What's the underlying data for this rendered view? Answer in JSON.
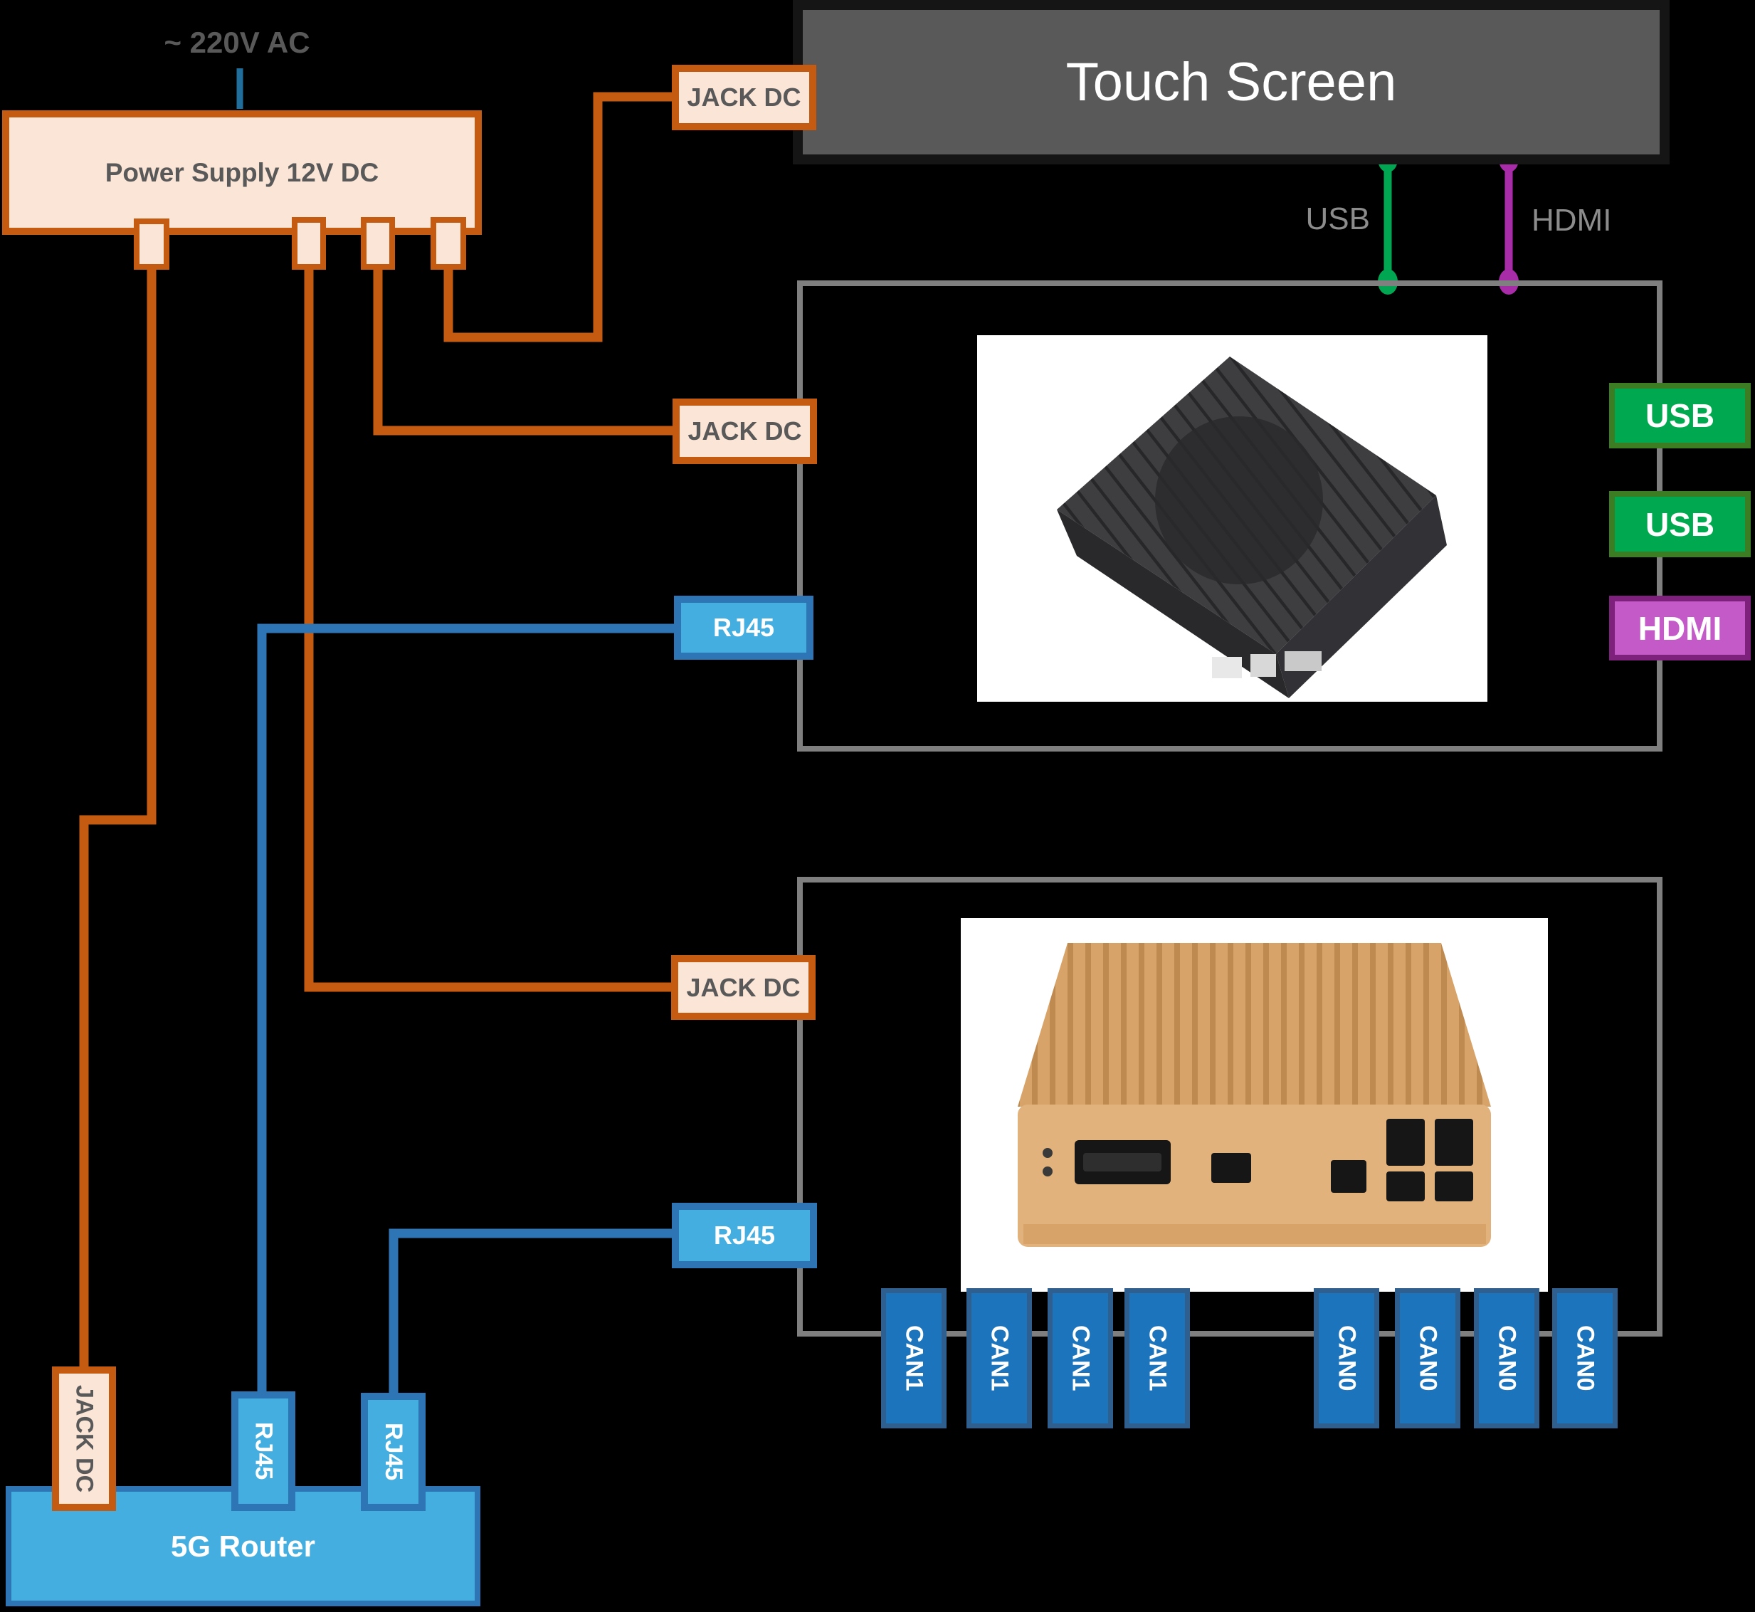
{
  "diagram": {
    "ac_label": "~ 220V AC",
    "power_supply_label": "Power Supply 12V DC",
    "touch_screen_title": "Touch Screen",
    "router_label": "5G Router",
    "usb_wire_label": "USB",
    "hdmi_wire_label": "HDMI"
  },
  "connectors": {
    "jack_dc": "JACK DC",
    "rj45": "RJ45",
    "usb": "USB",
    "hdmi": "HDMI"
  },
  "can_ports": {
    "can1": [
      "CAN1",
      "CAN1",
      "CAN1",
      "CAN1"
    ],
    "can0": [
      "CAN0",
      "CAN0",
      "CAN0",
      "CAN0"
    ]
  },
  "colors": {
    "background": "#000000",
    "orange": "#C55A11",
    "peach_fill": "#FBE5D6",
    "wire_blue": "#2E75B6",
    "light_blue_fill": "#45AEE0",
    "can_blue_fill": "#1B74BC",
    "can_blue_border": "#2E5F8F",
    "ac_line_blue": "#1F6E9C",
    "usb_green_fill": "#00A94F",
    "usb_green_border": "#3C7D23",
    "usb_wire_green": "#00A651",
    "hdmi_purple_fill": "#C45AC8",
    "hdmi_purple_border": "#7D217D",
    "hdmi_wire_purple": "#A82BA8",
    "device_border_gray": "#7F7F7F",
    "screen_gray": "#595959",
    "text_gray": "#595959",
    "wire_label_gray": "#8C8C8C"
  }
}
